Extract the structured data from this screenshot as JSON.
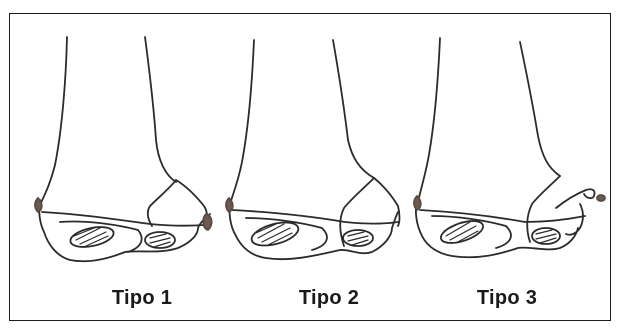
{
  "figure": {
    "panels": [
      {
        "label": "Tipo 1"
      },
      {
        "label": "Tipo 2"
      },
      {
        "label": "Tipo 3"
      }
    ]
  }
}
